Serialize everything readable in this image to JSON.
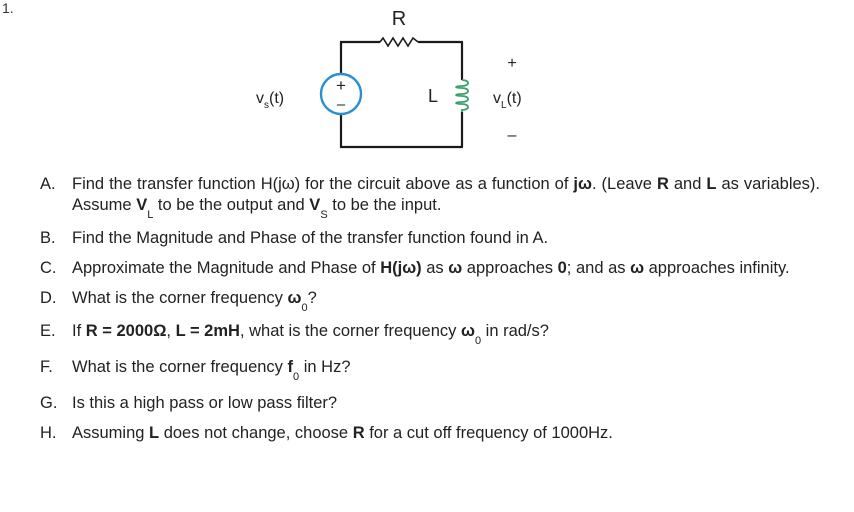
{
  "problem_number": "1.",
  "circuit": {
    "resistor_label": "R",
    "inductor_label": "L",
    "source_label": "v",
    "source_subscript": "s",
    "source_arg": "(t)",
    "source_plus": "+",
    "source_minus": "–",
    "output_label": "v",
    "output_subscript": "L",
    "output_arg": "(t)",
    "output_plus": "+",
    "output_minus": "–",
    "colors": {
      "wire": "#1a1a1a",
      "source_ring": "#2a8fd0"
    }
  },
  "questions": {
    "a": {
      "letter": "A.",
      "t1": "Find the transfer function H(jω) for the circuit above as a function of ",
      "jw": "jω",
      "t2": ". (Leave ",
      "r": "R",
      "t3": " and ",
      "l": "L",
      "t4": " as variables). Assume ",
      "v1": "V",
      "v1_sub": "L",
      "t5": " to be the output and ",
      "v2": "V",
      "v2_sub": "S",
      "t6": " to be the input."
    },
    "b": {
      "letter": "B.",
      "text": "Find the Magnitude and Phase of the transfer function found in A."
    },
    "c": {
      "letter": "C.",
      "t1": "Approximate the Magnitude and Phase of ",
      "hjw": "H(jω)",
      "t2": " as ",
      "w1": "ω",
      "t3": " approaches ",
      "zero": "0",
      "t4": "; and as ",
      "w2": "ω",
      "t5": " approaches infinity."
    },
    "d": {
      "letter": "D.",
      "t1": "What is the corner frequency ",
      "w": "ω",
      "w_sub": "0",
      "t2": "?"
    },
    "e": {
      "letter": "E.",
      "t1": "If ",
      "eq1": "R = 2000Ω",
      "t2": ", ",
      "eq2": "L = 2mH",
      "t3": ", what is the corner frequency ",
      "w": "ω",
      "w_sub": "0",
      "t4": " in rad/s?"
    },
    "f": {
      "letter": "F.",
      "t1": "What is the corner frequency ",
      "f": "f",
      "f_sub": "0",
      "t2": " in Hz?"
    },
    "g": {
      "letter": "G.",
      "text": "Is this a high pass or low pass filter?"
    },
    "h": {
      "letter": "H.",
      "t1": "Assuming ",
      "l": "L",
      "t2": " does not change, choose ",
      "r": "R",
      "t3": " for a cut off frequency of  1000Hz."
    }
  }
}
